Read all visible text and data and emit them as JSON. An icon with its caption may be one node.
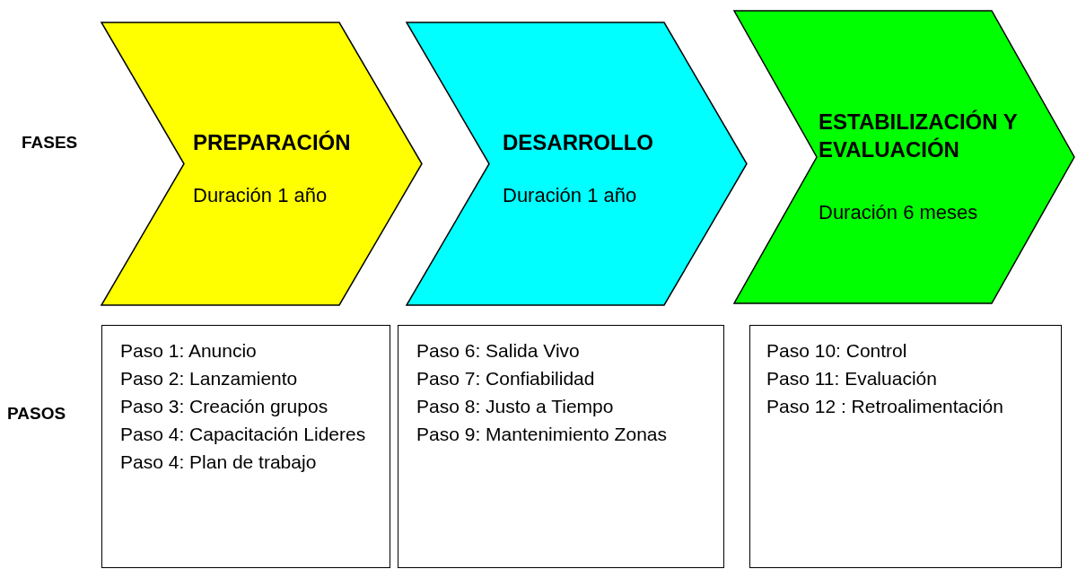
{
  "diagram": {
    "nodes": [
      {
        "text": [
          "PREPARACIÓN",
          "Duración 1 año"
        ]
      },
      {
        "text": [
          "DESARROLLO",
          "Duración 1 año"
        ]
      },
      {
        "text": [
          "ESTABILIZACIÓN Y EVALUACIÓN",
          "Duración 6 meses"
        ]
      },
      {
        "text": [
          "Paso 1: Anuncio",
          "Paso 2: Lanzamiento",
          "Paso 3: Creación grupos",
          "Paso 4: Capacitación Lideres",
          "Paso 4: Plan de trabajo"
        ]
      },
      {
        "text": [
          "Paso 6: Salida Vivo",
          "Paso 7: Confiabilidad",
          "Paso 8: Justo a Tiempo",
          "Paso 9: Mantenimiento Zonas"
        ]
      },
      {
        "text": [
          "Paso 10: Control",
          "Paso 11: Evaluación",
          "Paso 12 : Retroalimentación"
        ]
      }
    ],
    "edges": [],
    "labels": [
      "FASES",
      "PASOS"
    ]
  }
}
